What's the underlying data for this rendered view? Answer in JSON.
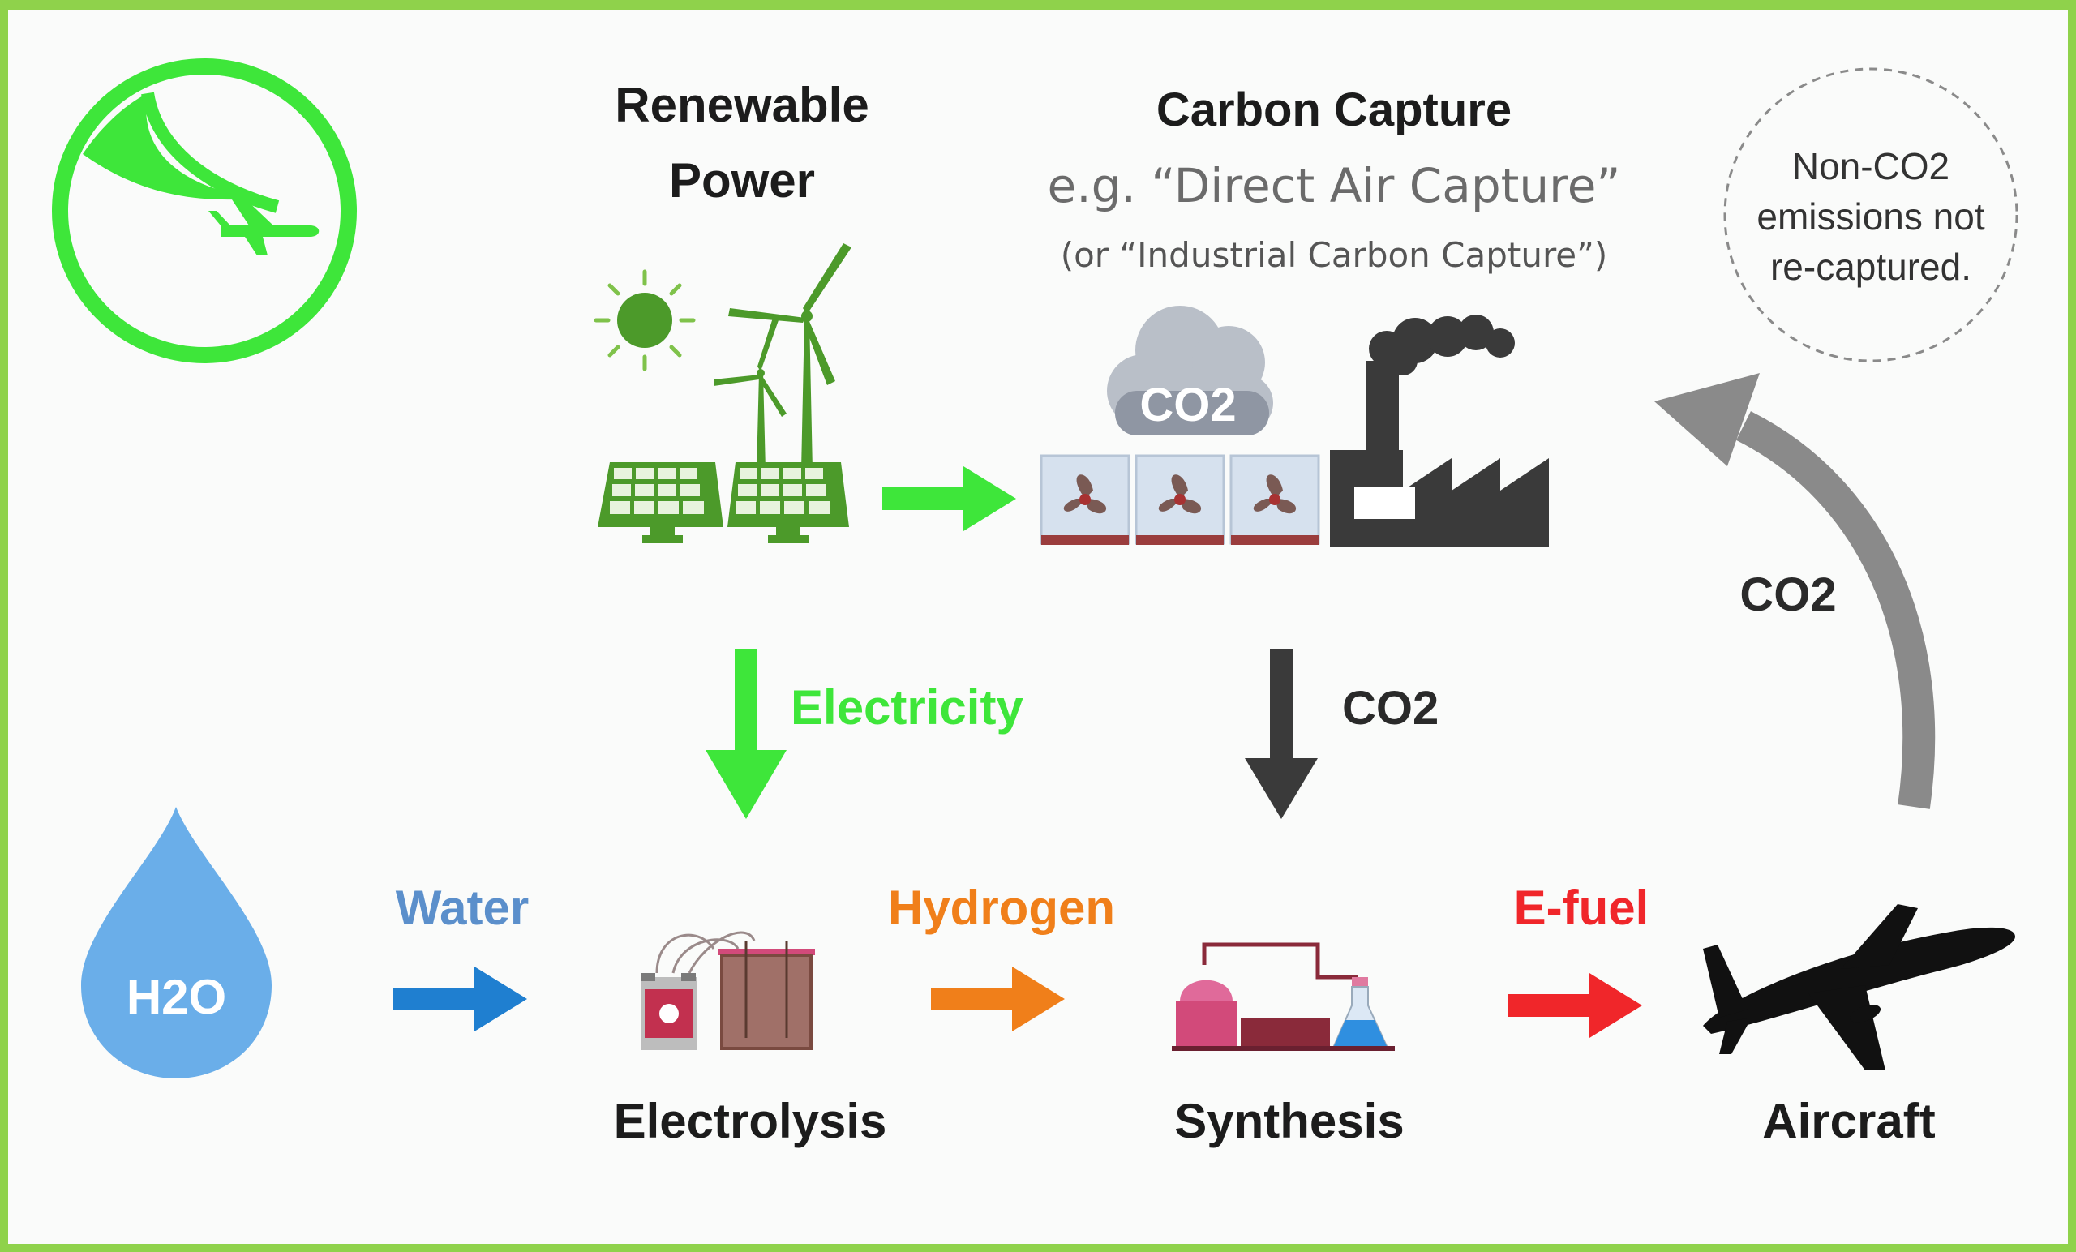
{
  "colors": {
    "frame": "#8fd24b",
    "green_accent": "#3ee63a",
    "dark_green": "#4c9a2a",
    "blue": "#1f7fd0",
    "water_blue": "#5b8fcb",
    "orange": "#f07f1a",
    "red": "#f0262a",
    "dark_gray": "#3a3a3a",
    "gray_arc": "#8a8a8a"
  },
  "icons": {
    "logo": "circle-plane-leaf-logo-icon",
    "sun": "sun-icon",
    "wind_turbine": "wind-turbine-icon",
    "solar_panel": "solar-panel-icon",
    "cloud": "cloud-icon",
    "fan": "fan-icon",
    "factory": "factory-icon",
    "water_drop": "water-drop-icon",
    "electrolysis": "electrolysis-icon",
    "synthesis": "synthesis-icon",
    "aircraft": "aircraft-icon"
  },
  "diagram": {
    "renewable": {
      "line1": "Renewable",
      "line2": "Power"
    },
    "carbon_capture": {
      "title": "Carbon Capture",
      "subtitle": "e.g. “Direct Air Capture”",
      "subtitle2": "(or “Industrial Carbon Capture”)",
      "cloud_label": "CO2"
    },
    "note": {
      "line1": "Non-CO2",
      "line2": "emissions not",
      "line3": "re-captured."
    },
    "arrows": {
      "electricity": "Electricity",
      "co2_down": "CO2",
      "co2_return": "CO2",
      "water": "Water",
      "hydrogen": "Hydrogen",
      "efuel": "E-fuel"
    },
    "h2o": "H2O",
    "nodes": {
      "electrolysis": "Electrolysis",
      "synthesis": "Synthesis",
      "aircraft": "Aircraft"
    }
  }
}
